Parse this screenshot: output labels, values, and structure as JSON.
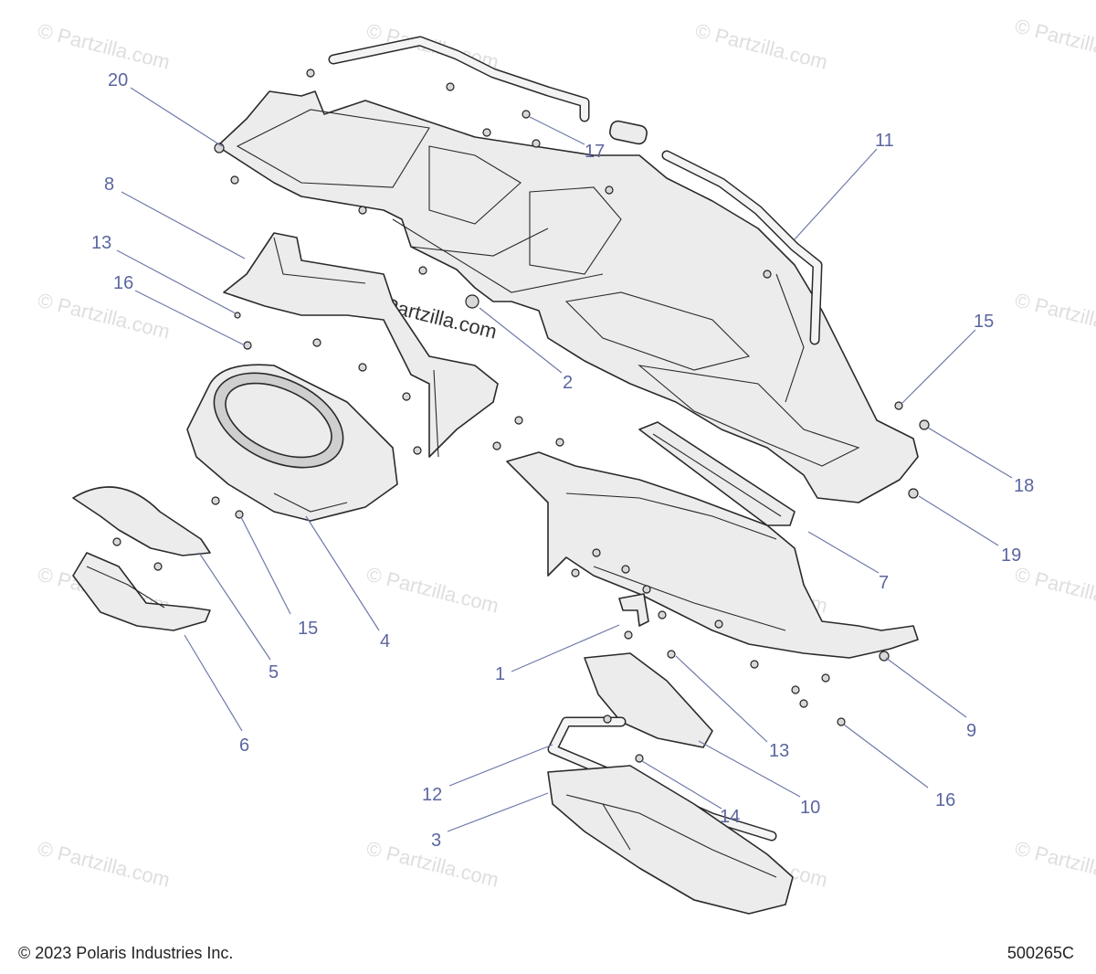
{
  "watermark": "© Partzilla.com",
  "callouts": [
    "20",
    "8",
    "13",
    "16",
    "17",
    "11",
    "2",
    "15",
    "18",
    "7",
    "19",
    "4",
    "15",
    "5",
    "6",
    "1",
    "9",
    "13",
    "10",
    "12",
    "14",
    "3",
    "16"
  ],
  "footer": {
    "copyright": "© 2023 Polaris Industries Inc.",
    "diagram_number": "500265C"
  }
}
